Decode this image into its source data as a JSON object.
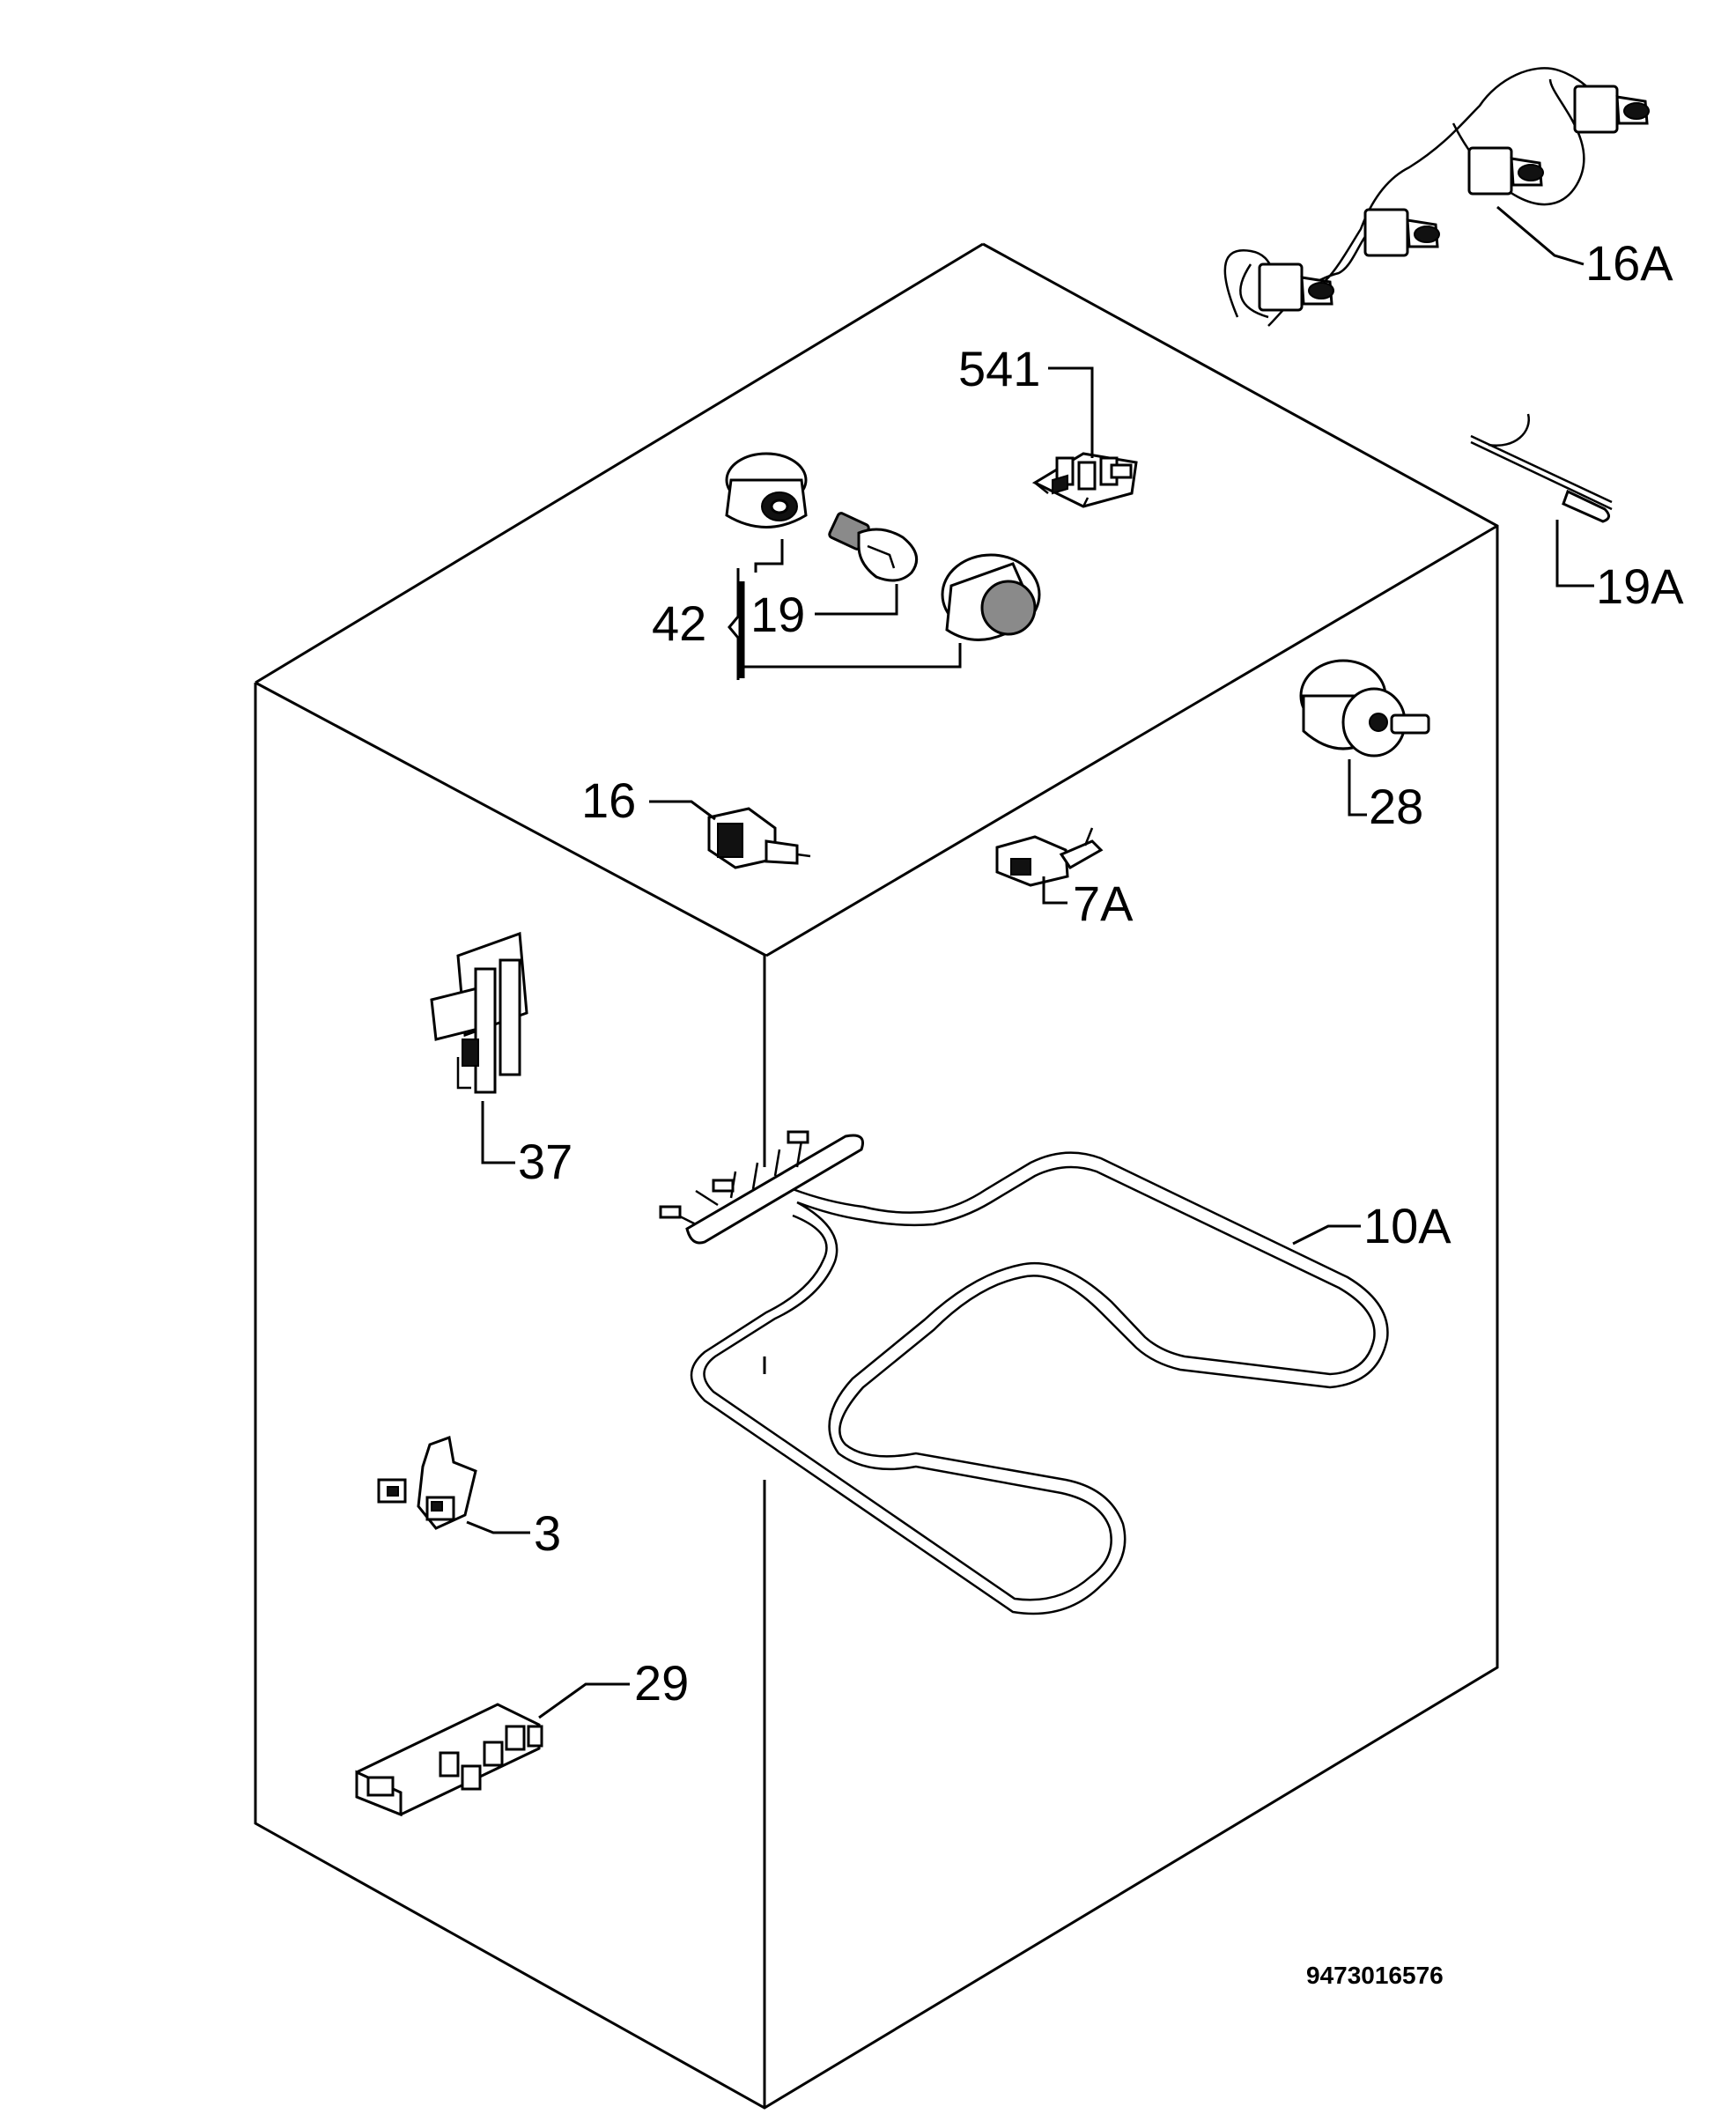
{
  "document_number": "9473016576",
  "labels": {
    "p16a": "16A",
    "p541": "541",
    "p19a": "19A",
    "p42": "42",
    "p19": "19",
    "p28": "28",
    "p16": "16",
    "p7a": "7A",
    "p37": "37",
    "p10a": "10A",
    "p3": "3",
    "p29": "29"
  },
  "colors": {
    "line": "#000000",
    "background": "#ffffff",
    "shade": "#8a8a8a"
  }
}
